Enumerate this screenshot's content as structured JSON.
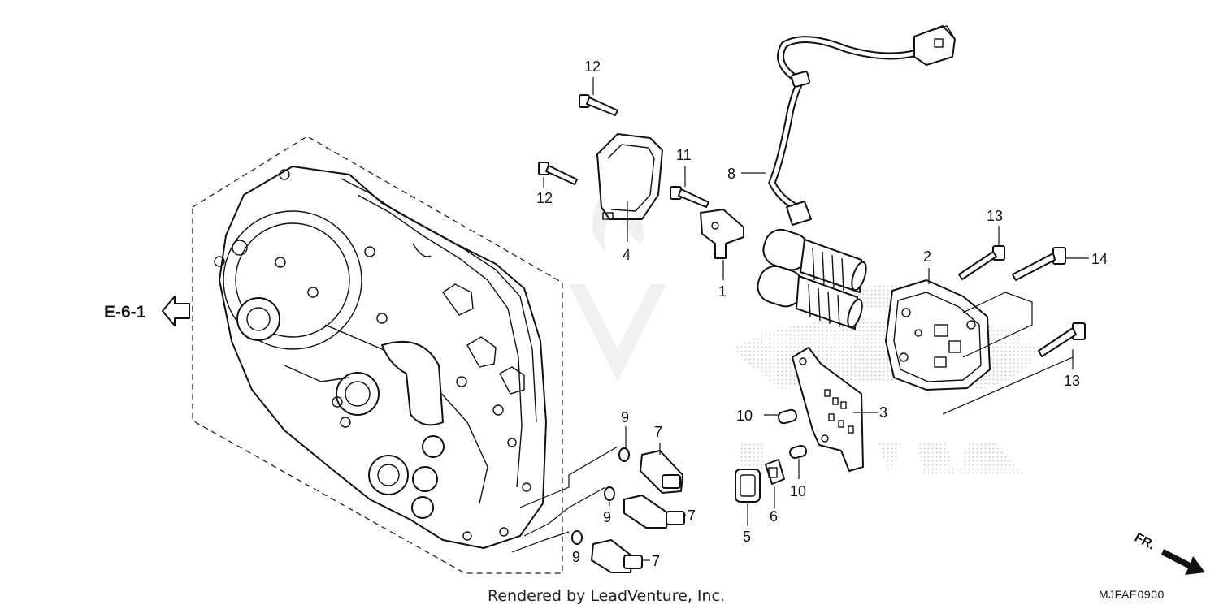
{
  "diagram": {
    "reference_label": "E-6-1",
    "front_label": "FR.",
    "diagram_code": "MJFAE0900",
    "credit": "Rendered by LeadVenture, Inc.",
    "callouts": {
      "c1": "1",
      "c2": "2",
      "c3": "3",
      "c4": "4",
      "c5": "5",
      "c6": "6",
      "c7a": "7",
      "c7b": "7",
      "c7c": "7",
      "c8": "8",
      "c9a": "9",
      "c9b": "9",
      "c9c": "9",
      "c10a": "10",
      "c10b": "10",
      "c11": "11",
      "c12a": "12",
      "c12b": "12",
      "c13a": "13",
      "c13b": "13",
      "c14": "14"
    }
  }
}
